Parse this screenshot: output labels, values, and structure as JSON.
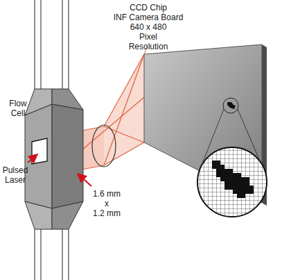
{
  "diagram": {
    "labels": [
      "CCD Chip INF Camera Board 640 x 480 Pixel Resolution",
      "Flow Cell",
      "Pulsed Laser",
      "1.6 mm x 1.2 mm"
    ]
  }
}
